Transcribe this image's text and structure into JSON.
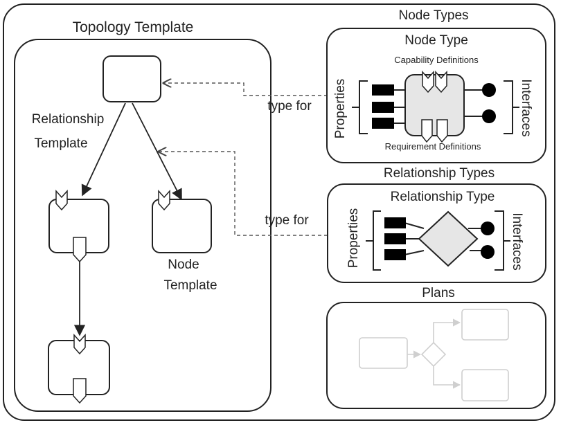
{
  "topology_template": {
    "title": "Topology Template",
    "relationship_template_label": [
      "Relationship",
      "Template"
    ],
    "node_template_label": [
      "Node",
      "Template"
    ]
  },
  "node_types": {
    "title": "Node Types",
    "node_type": {
      "title": "Node Type",
      "capability_definitions": "Capability Definitions",
      "requirement_definitions": "Requirement Definitions",
      "properties": "Properties",
      "interfaces": "Interfaces"
    }
  },
  "relationship_types": {
    "title": "Relationship Types",
    "relationship_type": {
      "title": "Relationship Type",
      "properties": "Properties",
      "interfaces": "Interfaces"
    }
  },
  "plans": {
    "title": "Plans"
  },
  "connectors": {
    "node_type_for": "type for",
    "relationship_type_for": "type for"
  },
  "colors": {
    "stroke": "#222222",
    "dashed": "#555555",
    "node_type_body": "#e6e6e6",
    "plans_shapes": "#cfcfcf"
  }
}
